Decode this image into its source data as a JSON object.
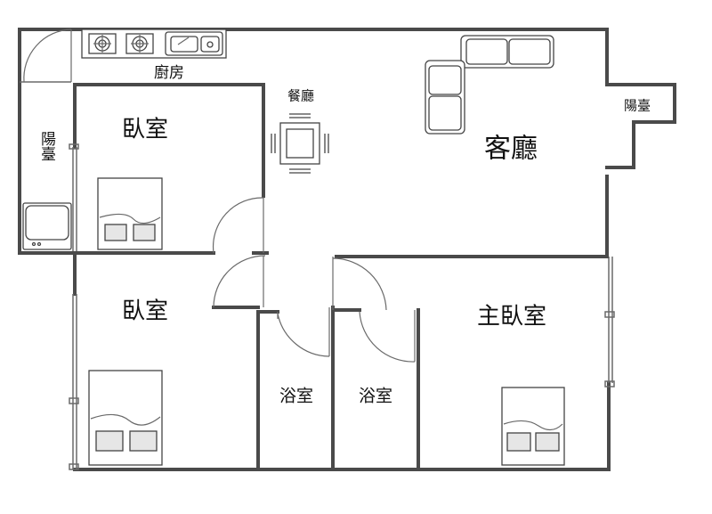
{
  "rooms": {
    "kitchen": "廚房",
    "dining": "餐廳",
    "living": "客廳",
    "balcony_west": "陽臺",
    "balcony_east": "陽臺",
    "bedroom_north": "臥室",
    "bedroom_south": "臥室",
    "bath_left": "浴室",
    "bath_right": "浴室",
    "master_bedroom": "主臥室"
  }
}
